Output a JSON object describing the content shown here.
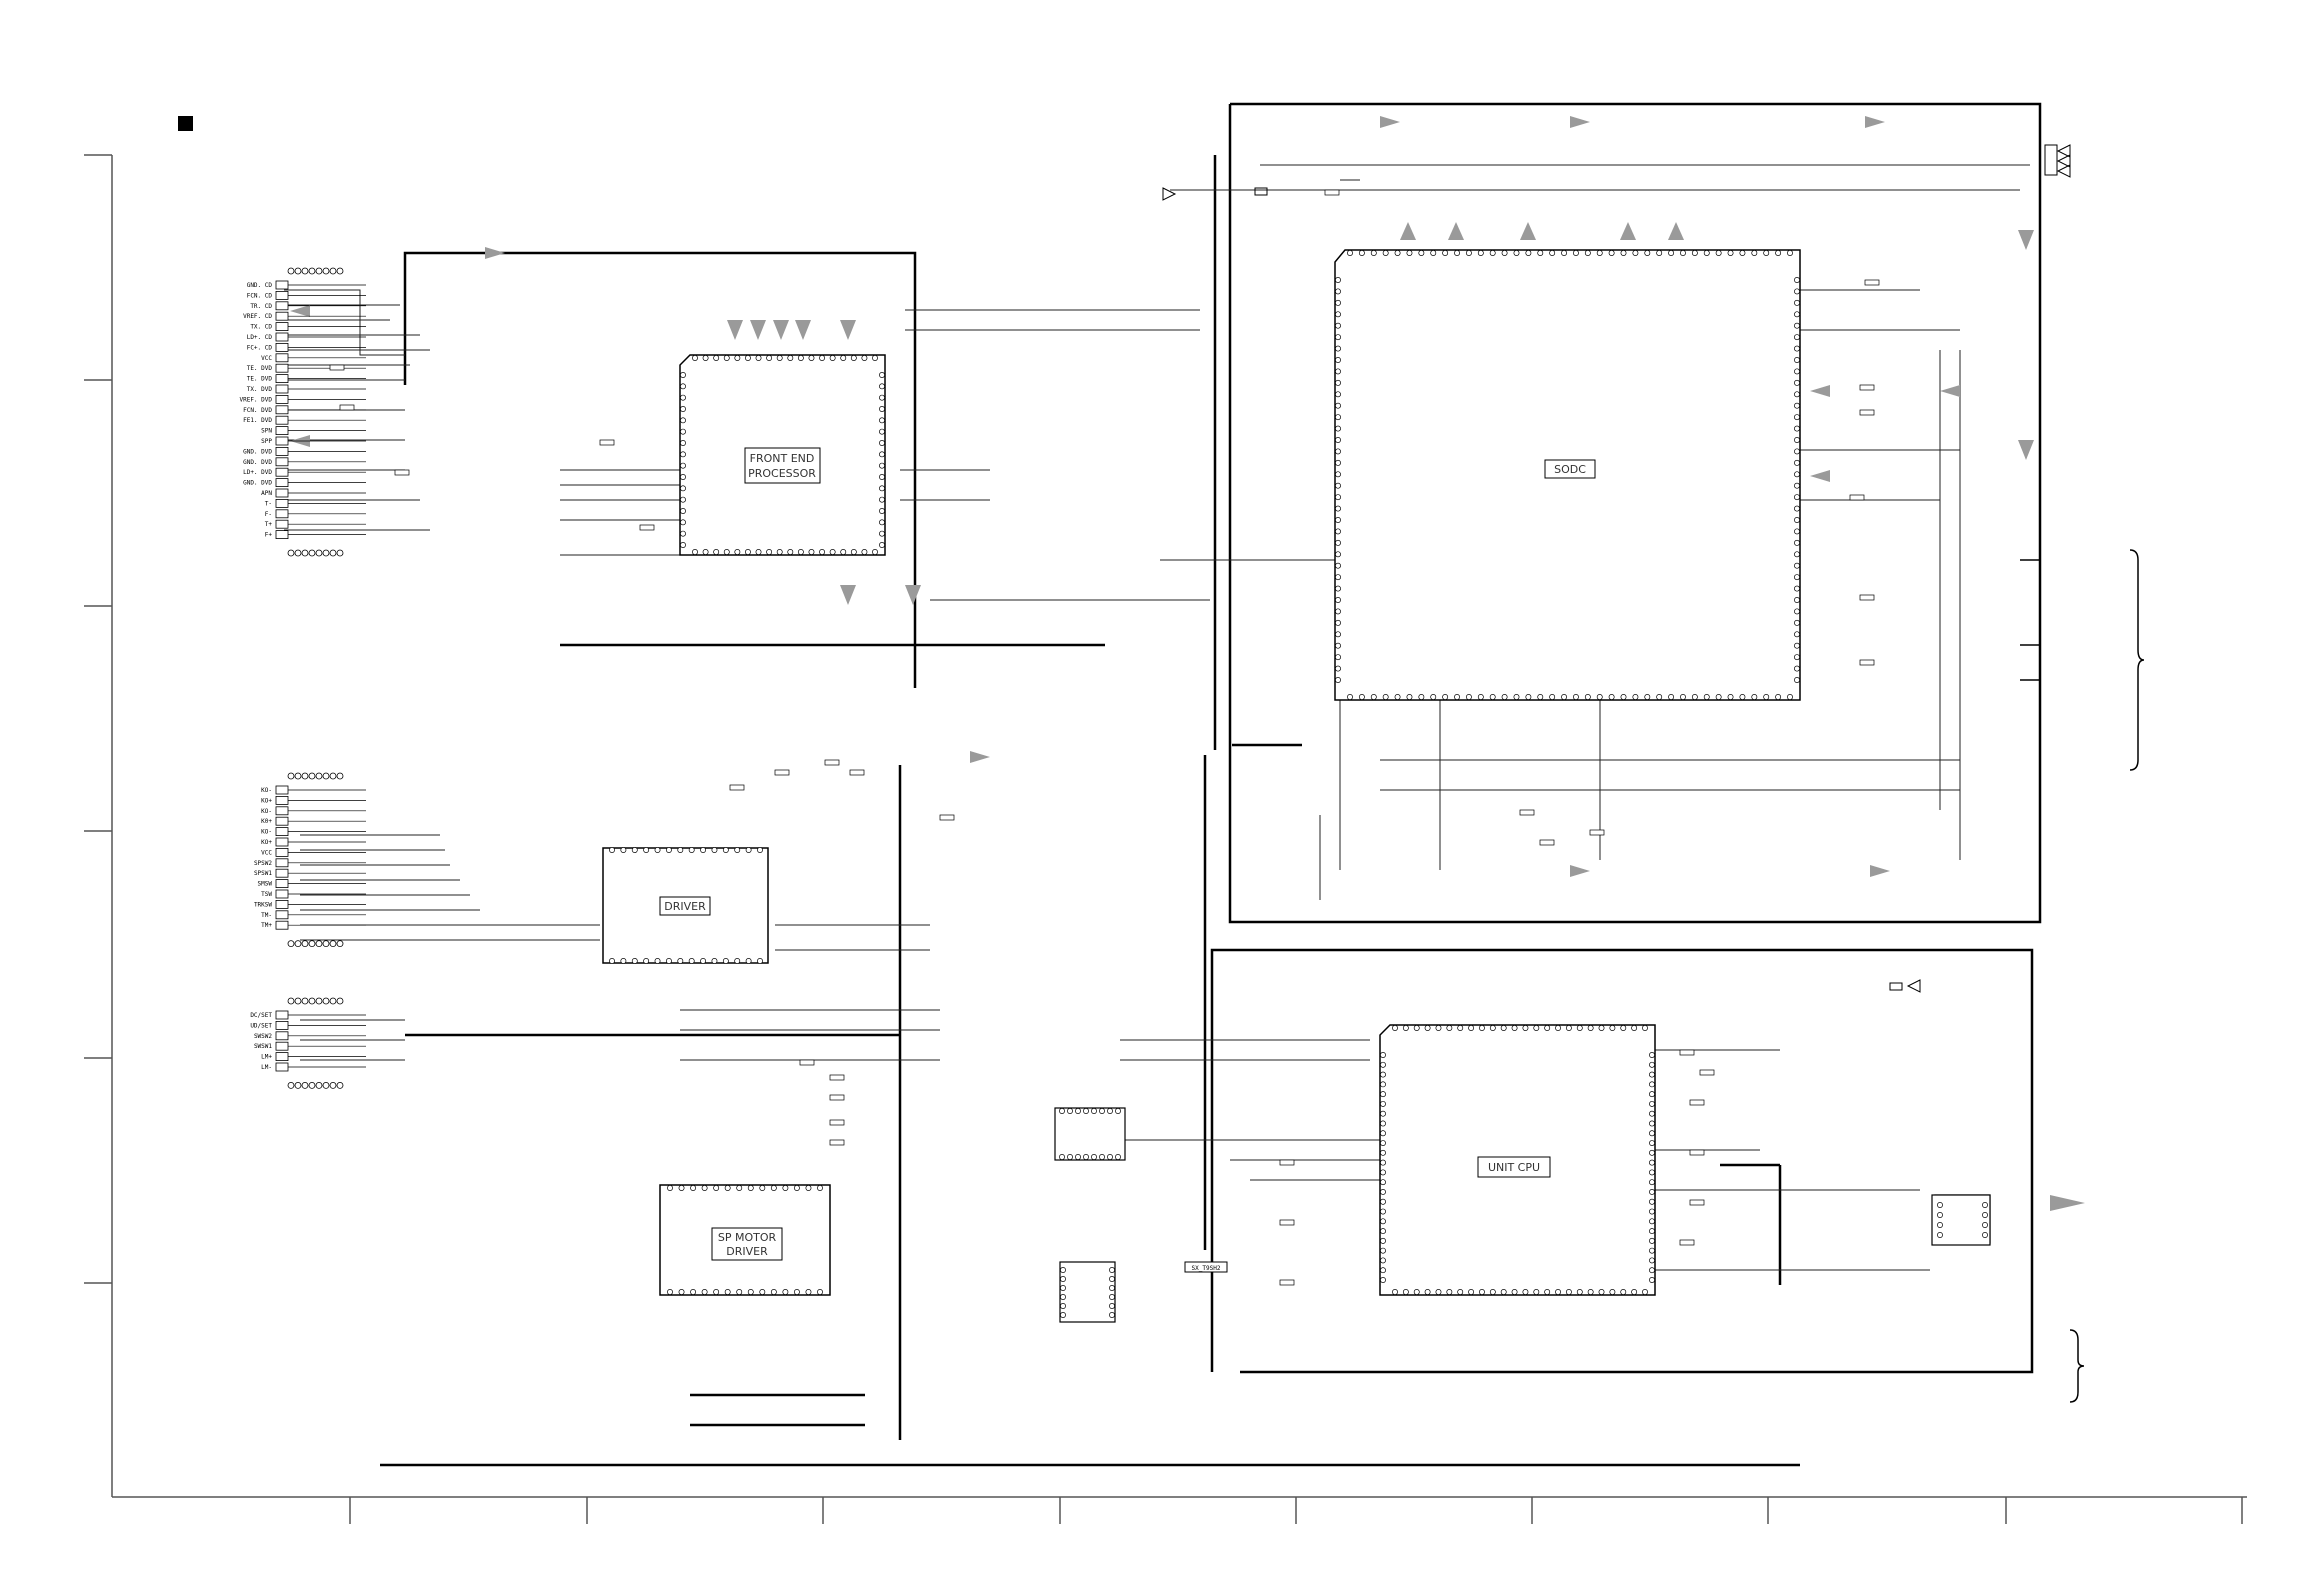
{
  "blocks": {
    "fep": {
      "label_line1": "FRONT END",
      "label_line2": "PROCESSOR"
    },
    "driver": {
      "label": "DRIVER"
    },
    "sp_motor": {
      "label_line1": "SP MOTOR",
      "label_line2": "DRIVER"
    },
    "sodc": {
      "label": "SODC"
    },
    "unit_cpu": {
      "label": "UNIT CPU"
    },
    "small_tag": {
      "label": "SX_T9SH2"
    }
  },
  "connectors": {
    "pickup_labels": [
      "GND. CD",
      "FCN. CD",
      "TR. CD",
      "VREF. CD",
      "TX. CD",
      "LD+. CD",
      "FC+. CD",
      "VCC",
      "TE. DVD",
      "TE. DVD",
      "TX. DVD",
      "VREF. DVD",
      "FCN. DVD",
      "FE1. DVD",
      "SPN",
      "SPP",
      "GND. DVD",
      "GND. DVD",
      "LD+. DVD",
      "GND. DVD",
      "APN",
      "T-",
      "F-",
      "T+",
      "F+"
    ],
    "driver_labels": [
      "KO-",
      "KO+",
      "KO-",
      "K0+",
      "KO-",
      "KO+",
      "VCC",
      "SPSW2",
      "SPSW1",
      "SMSW",
      "TSW",
      "TRKSW",
      "TM-",
      "TM+"
    ],
    "tray_labels": [
      "DC/SET",
      "UD/SET",
      "SWSW2",
      "SWSW1",
      "LM+",
      "LM-"
    ]
  },
  "colors": {
    "wire": "#000000",
    "signal_arrow": "#9a9a9a",
    "grid": "#555555"
  }
}
